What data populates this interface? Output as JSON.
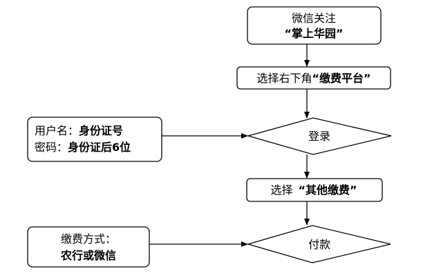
{
  "nodes": {
    "step1": {
      "line1": "微信关注",
      "line2": "“掌上华园”"
    },
    "step2": {
      "prefix": "选择右下角",
      "emphasis": "“缴费平台”"
    },
    "login": {
      "label": "登录"
    },
    "step3": {
      "prefix": "选择",
      "emphasis": "“其他缴费”"
    },
    "pay": {
      "label": "付款"
    }
  },
  "notes": {
    "credentials": {
      "user_label": "用户名：",
      "user_value": "身份证号",
      "pass_label": "密码：",
      "pass_value": "身份证后6位"
    },
    "payment": {
      "method_label": "缴费方式：",
      "method_value": "农行或微信"
    }
  },
  "colors": {
    "stroke": "#000000",
    "fill": "#ffffff",
    "text": "#000000"
  }
}
